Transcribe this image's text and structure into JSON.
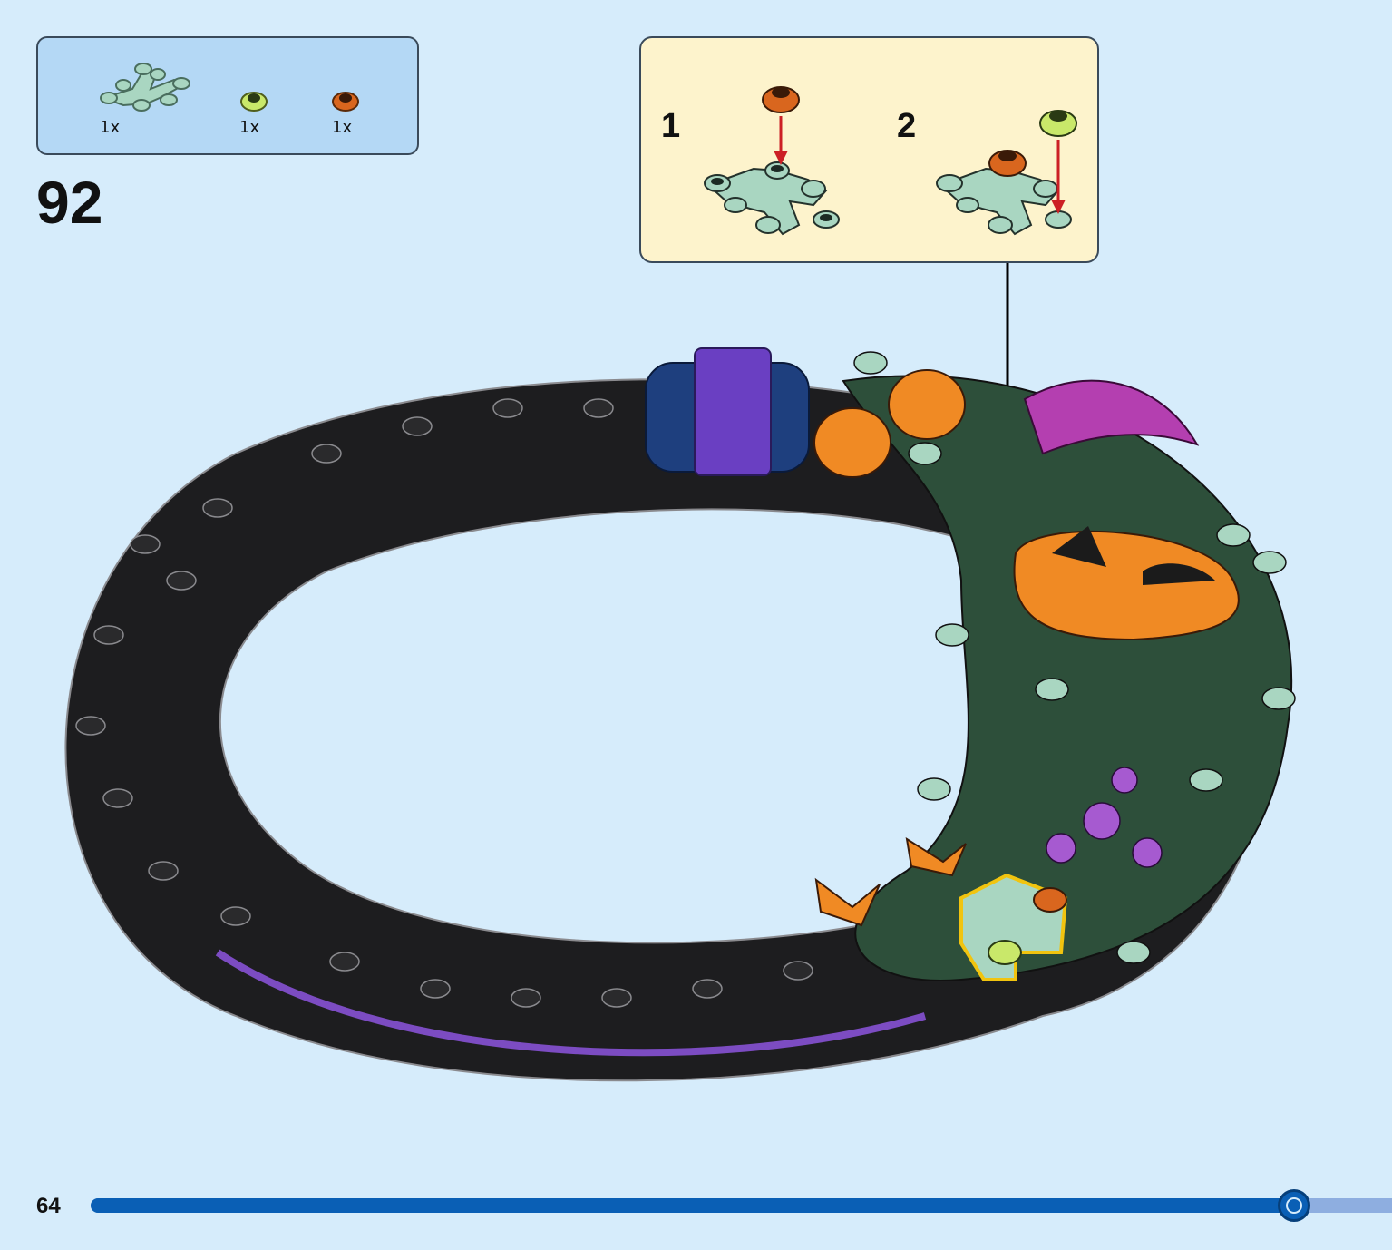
{
  "parts_list": {
    "items": [
      {
        "name": "sand-green-branch-plant",
        "quantity": "1x",
        "color": "#a9d6c1"
      },
      {
        "name": "yellowish-green-round-flower-plate",
        "quantity": "1x",
        "color": "#c9e86a"
      },
      {
        "name": "orange-round-flower-plate",
        "quantity": "1x",
        "color": "#d9661e"
      }
    ]
  },
  "step": {
    "number": "92"
  },
  "sub_assembly": {
    "steps": [
      {
        "number": "1"
      },
      {
        "number": "2"
      }
    ]
  },
  "colors": {
    "background": "#d6ecfb",
    "parts_box": "#b4d8f5",
    "callout": "#fdf3cc",
    "arrow": "#cc1f24",
    "highlight": "#f1c40f",
    "progress": "#0a5fb5"
  },
  "footer": {
    "page_number": "64",
    "progress": 0.925
  }
}
